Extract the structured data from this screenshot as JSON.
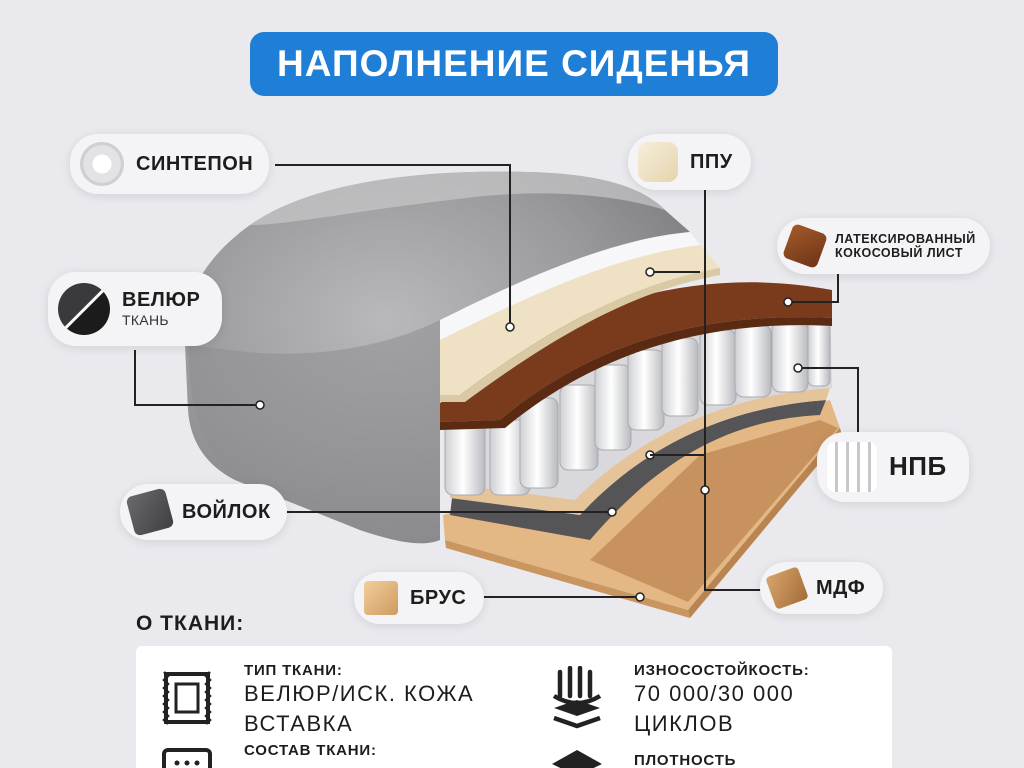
{
  "title": "НАПОЛНЕНИЕ СИДЕНЬЯ",
  "labels": {
    "sintepon": "СИНТЕПОН",
    "ppu": "ППУ",
    "coconut_line1": "ЛАТЕКСИРОВАННЫЙ",
    "coconut_line2": "КОКОСОВЫЙ ЛИСТ",
    "velour": "ВЕЛЮР",
    "velour_sub": "ТКАНЬ",
    "npb": "НПБ",
    "voilok": "ВОЙЛОК",
    "brus": "БРУС",
    "mdf": "МДФ"
  },
  "fabric": {
    "heading": "О ТКАНИ:",
    "type_label": "ТИП ТКАНИ:",
    "type_value_line1": "ВЕЛЮР/ИСК. КОЖА",
    "type_value_line2": "ВСТАВКА",
    "composition_label": "СОСТАВ ТКАНИ:",
    "wear_label": "ИЗНОСОСТОЙКОСТЬ:",
    "wear_value_line1": "70 000/30 000",
    "wear_value_line2": "ЦИКЛОВ",
    "density_label": "ПЛОТНОСТЬ"
  },
  "colors": {
    "accent": "#1f7ed6",
    "background": "#e9e9ee",
    "velour": "#9a9a9c",
    "coconut": "#7a3a1c",
    "ppu": "#efe2c4",
    "mdf": "#c8925e",
    "brus": "#e4b884"
  }
}
